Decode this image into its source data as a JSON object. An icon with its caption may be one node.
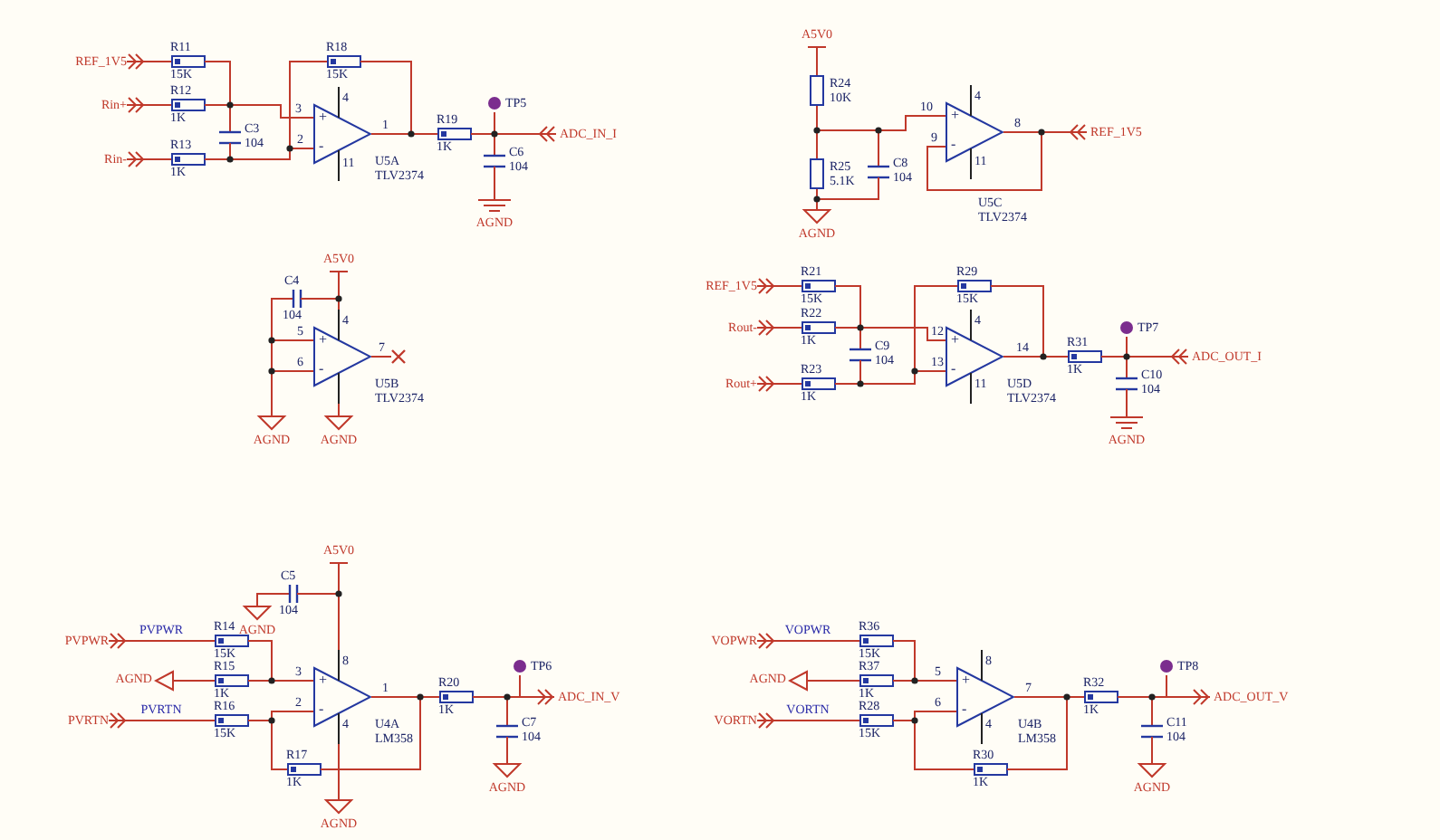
{
  "diagram": {
    "nodes": [
      {
        "text": [
          "REF_1V5"
        ]
      },
      {
        "text": [
          "Rin+"
        ]
      },
      {
        "text": [
          "Rin-"
        ]
      },
      {
        "text": [
          "R11",
          "15K"
        ]
      },
      {
        "text": [
          "R12",
          "1K"
        ]
      },
      {
        "text": [
          "R13",
          "1K"
        ]
      },
      {
        "text": [
          "C3",
          "104"
        ]
      },
      {
        "text": [
          "R18",
          "15K"
        ]
      },
      {
        "text": [
          "+",
          "-"
        ],
        "beside": [
          "U5A",
          "TLV2374"
        ]
      },
      {
        "text": [
          "R19",
          "1K"
        ]
      },
      {
        "text": [
          "TP5"
        ]
      },
      {
        "text": [
          "C6",
          "104"
        ]
      },
      {
        "text": [
          "AGND"
        ]
      },
      {
        "text": [
          "ADC_IN_I"
        ]
      },
      {
        "text": [
          "A5V0"
        ]
      },
      {
        "text": [
          "C4",
          "104"
        ]
      },
      {
        "text": [
          "+",
          "-"
        ],
        "beside": [
          "U5B",
          "TLV2374"
        ]
      },
      {
        "text": [
          "AGND"
        ]
      },
      {
        "text": [
          "AGND"
        ]
      },
      {
        "text": [
          "A5V0"
        ]
      },
      {
        "text": [
          "R24",
          "10K"
        ]
      },
      {
        "text": [
          "R25",
          "5.1K"
        ]
      },
      {
        "text": [
          "C8",
          "104"
        ]
      },
      {
        "text": [
          "+",
          "-"
        ],
        "beside": [
          "U5C",
          "TLV2374"
        ]
      },
      {
        "text": [
          "REF_1V5"
        ]
      },
      {
        "text": [
          "AGND"
        ]
      },
      {
        "text": [
          "REF_1V5"
        ]
      },
      {
        "text": [
          "Rout-"
        ]
      },
      {
        "text": [
          "Rout+"
        ]
      },
      {
        "text": [
          "R21",
          "15K"
        ]
      },
      {
        "text": [
          "R22",
          "1K"
        ]
      },
      {
        "text": [
          "R23",
          "1K"
        ]
      },
      {
        "text": [
          "C9",
          "104"
        ]
      },
      {
        "text": [
          "R29",
          "15K"
        ]
      },
      {
        "text": [
          "+",
          "-"
        ],
        "beside": [
          "U5D",
          "TLV2374"
        ]
      },
      {
        "text": [
          "R31",
          "1K"
        ]
      },
      {
        "text": [
          "TP7"
        ]
      },
      {
        "text": [
          "C10",
          "104"
        ]
      },
      {
        "text": [
          "AGND"
        ]
      },
      {
        "text": [
          "ADC_OUT_I"
        ]
      },
      {
        "text": [
          "A5V0"
        ]
      },
      {
        "text": [
          "C5",
          "104"
        ]
      },
      {
        "text": [
          "AGND"
        ]
      },
      {
        "text": [
          "PVPWR"
        ]
      },
      {
        "text": [
          "R14",
          "15K"
        ]
      },
      {
        "text": [
          "AGND"
        ]
      },
      {
        "text": [
          "R15",
          "1K"
        ]
      },
      {
        "text": [
          "PVRTN"
        ]
      },
      {
        "text": [
          "R16",
          "15K"
        ]
      },
      {
        "text": [
          "+",
          "-"
        ],
        "beside": [
          "U4A",
          "LM358"
        ]
      },
      {
        "text": [
          "R17",
          "1K"
        ]
      },
      {
        "text": [
          "R20",
          "1K"
        ]
      },
      {
        "text": [
          "TP6"
        ]
      },
      {
        "text": [
          "C7",
          "104"
        ]
      },
      {
        "text": [
          "AGND"
        ]
      },
      {
        "text": [
          "ADC_IN_V"
        ]
      },
      {
        "text": [
          "AGND"
        ]
      },
      {
        "text": [
          "VOPWR"
        ]
      },
      {
        "text": [
          "R36",
          "15K"
        ]
      },
      {
        "text": [
          "AGND"
        ]
      },
      {
        "text": [
          "R37",
          "1K"
        ]
      },
      {
        "text": [
          "VORTN"
        ]
      },
      {
        "text": [
          "R28",
          "15K"
        ]
      },
      {
        "text": [
          "+",
          "-"
        ],
        "beside": [
          "U4B",
          "LM358"
        ]
      },
      {
        "text": [
          "R30",
          "1K"
        ]
      },
      {
        "text": [
          "R32",
          "1K"
        ]
      },
      {
        "text": [
          "TP8"
        ]
      },
      {
        "text": [
          "C11",
          "104"
        ]
      },
      {
        "text": [
          "AGND"
        ]
      },
      {
        "text": [
          "ADC_OUT_V"
        ]
      },
      {
        "text": [],
        "shape": "cross"
      }
    ],
    "edges": [
      {
        "from": 3,
        "to": 0,
        "arrow": "other"
      },
      {
        "from": 4,
        "to": 1,
        "arrow": "other"
      },
      {
        "from": 5,
        "to": 2,
        "arrow": "other"
      },
      {
        "from": 3,
        "to": 6,
        "arrow": "none"
      },
      {
        "from": 4,
        "to": 8,
        "arrow": "none"
      },
      {
        "from": 5,
        "to": 6,
        "arrow": "none"
      },
      {
        "from": 5,
        "to": 8,
        "arrow": "none"
      },
      {
        "from": 7,
        "to": 8,
        "arrow": "none"
      },
      {
        "from": 8,
        "to": 7,
        "arrow": "none"
      },
      {
        "from": 8,
        "to": 9,
        "arrow": "none"
      },
      {
        "from": 9,
        "to": 10,
        "arrow": "none"
      },
      {
        "from": 9,
        "to": 11,
        "arrow": "none"
      },
      {
        "from": 9,
        "to": 13,
        "arrow": "other"
      },
      {
        "from": 11,
        "to": 12,
        "arrow": "none"
      },
      {
        "from": 14,
        "to": 16,
        "arrow": "none"
      },
      {
        "from": 15,
        "to": 14,
        "arrow": "none"
      },
      {
        "from": 15,
        "to": 17,
        "arrow": "none"
      },
      {
        "from": 16,
        "to": 17,
        "arrow": "none"
      },
      {
        "from": 16,
        "to": 17,
        "arrow": "none"
      },
      {
        "from": 16,
        "to": 18,
        "arrow": "none"
      },
      {
        "from": 16,
        "to": 70,
        "arrow": "none"
      },
      {
        "from": 19,
        "to": 20,
        "arrow": "none"
      },
      {
        "from": 20,
        "to": 21,
        "arrow": "none"
      },
      {
        "from": 20,
        "to": 23,
        "arrow": "none"
      },
      {
        "from": 20,
        "to": 22,
        "arrow": "none"
      },
      {
        "from": 21,
        "to": 25,
        "arrow": "none"
      },
      {
        "from": 22,
        "to": 25,
        "arrow": "none"
      },
      {
        "from": 23,
        "to": 24,
        "arrow": "other"
      },
      {
        "from": 23,
        "to": 23,
        "arrow": "none"
      },
      {
        "from": 29,
        "to": 26,
        "arrow": "other"
      },
      {
        "from": 30,
        "to": 27,
        "arrow": "other"
      },
      {
        "from": 31,
        "to": 28,
        "arrow": "other"
      },
      {
        "from": 29,
        "to": 32,
        "arrow": "none"
      },
      {
        "from": 30,
        "to": 34,
        "arrow": "none"
      },
      {
        "from": 31,
        "to": 32,
        "arrow": "none"
      },
      {
        "from": 31,
        "to": 34,
        "arrow": "none"
      },
      {
        "from": 33,
        "to": 34,
        "arrow": "none"
      },
      {
        "from": 34,
        "to": 33,
        "arrow": "none"
      },
      {
        "from": 34,
        "to": 35,
        "arrow": "none"
      },
      {
        "from": 35,
        "to": 36,
        "arrow": "none"
      },
      {
        "from": 35,
        "to": 39,
        "arrow": "other"
      },
      {
        "from": 35,
        "to": 37,
        "arrow": "none"
      },
      {
        "from": 37,
        "to": 38,
        "arrow": "none"
      },
      {
        "from": 40,
        "to": 49,
        "arrow": "none"
      },
      {
        "from": 41,
        "to": 40,
        "arrow": "none"
      },
      {
        "from": 41,
        "to": 42,
        "arrow": "none"
      },
      {
        "from": 44,
        "to": 43,
        "arrow": "other",
        "label": "PVPWR"
      },
      {
        "from": 44,
        "to": 49,
        "arrow": "none"
      },
      {
        "from": 45,
        "to": 46,
        "arrow": "none"
      },
      {
        "from": 46,
        "to": 49,
        "arrow": "none"
      },
      {
        "from": 48,
        "to": 47,
        "arrow": "other",
        "label": "PVRTN"
      },
      {
        "from": 48,
        "to": 49,
        "arrow": "none"
      },
      {
        "from": 48,
        "to": 50,
        "arrow": "none"
      },
      {
        "from": 49,
        "to": 50,
        "arrow": "none"
      },
      {
        "from": 49,
        "to": 51,
        "arrow": "none"
      },
      {
        "from": 51,
        "to": 52,
        "arrow": "none"
      },
      {
        "from": 51,
        "to": 53,
        "arrow": "none"
      },
      {
        "from": 51,
        "to": 55,
        "arrow": "to"
      },
      {
        "from": 53,
        "to": 54,
        "arrow": "none"
      },
      {
        "from": 49,
        "to": 56,
        "arrow": "none"
      },
      {
        "from": 58,
        "to": 57,
        "arrow": "other",
        "label": "VOPWR"
      },
      {
        "from": 58,
        "to": 63,
        "arrow": "none"
      },
      {
        "from": 59,
        "to": 60,
        "arrow": "none"
      },
      {
        "from": 60,
        "to": 63,
        "arrow": "none"
      },
      {
        "from": 62,
        "to": 61,
        "arrow": "other",
        "label": "VORTN"
      },
      {
        "from": 62,
        "to": 63,
        "arrow": "none"
      },
      {
        "from": 62,
        "to": 64,
        "arrow": "none"
      },
      {
        "from": 63,
        "to": 64,
        "arrow": "none"
      },
      {
        "from": 63,
        "to": 65,
        "arrow": "none"
      },
      {
        "from": 65,
        "to": 67,
        "arrow": "none"
      },
      {
        "from": 65,
        "to": 66,
        "arrow": "none"
      },
      {
        "from": 65,
        "to": 69,
        "arrow": "to"
      },
      {
        "from": 67,
        "to": 68,
        "arrow": "none"
      }
    ],
    "labels": [
      "3",
      "2",
      "1",
      "4",
      "11",
      "5",
      "6",
      "7",
      "4",
      "10",
      "9",
      "8",
      "4",
      "11",
      "12",
      "13",
      "14",
      "4",
      "11",
      "3",
      "2",
      "1",
      "8",
      "4",
      "5",
      "6",
      "7",
      "8",
      "4"
    ]
  }
}
